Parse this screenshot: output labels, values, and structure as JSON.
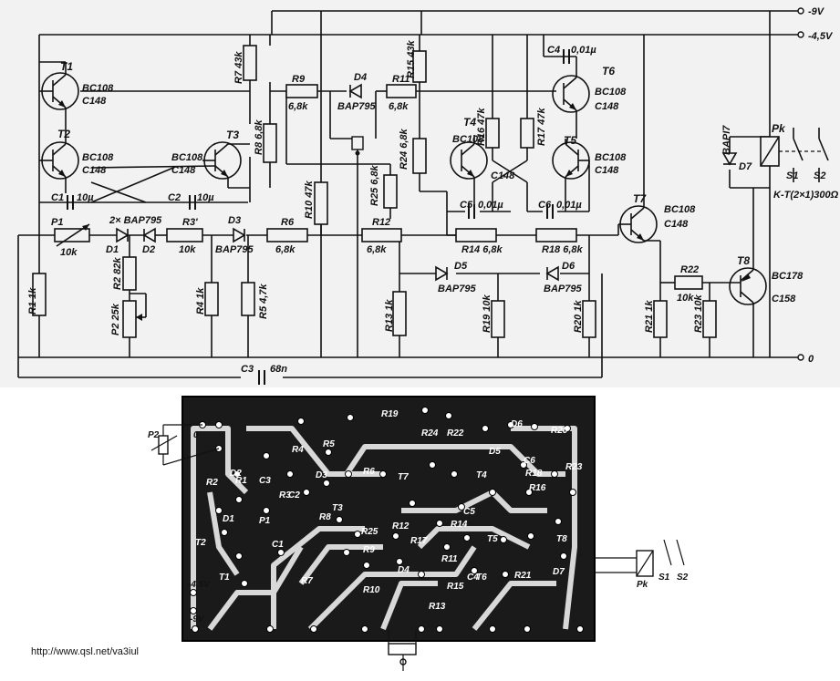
{
  "supply": {
    "minus9v": "-9V",
    "minus45v": "-4,5V",
    "zero": "0"
  },
  "transistors": [
    {
      "ref": "T1",
      "type": [
        "BC108",
        "C148"
      ]
    },
    {
      "ref": "T2",
      "type": [
        "BC108",
        "C148"
      ]
    },
    {
      "ref": "T3",
      "type": [
        "BC108",
        "C148"
      ]
    },
    {
      "ref": "T4",
      "type": [
        "BC108",
        "C148"
      ]
    },
    {
      "ref": "T5",
      "type": [
        "BC108",
        "C148"
      ]
    },
    {
      "ref": "T6",
      "type": [
        "BC108",
        "C148"
      ]
    },
    {
      "ref": "T7",
      "type": [
        "BC108",
        "C148"
      ]
    },
    {
      "ref": "T8",
      "type": [
        "BC178",
        "C158"
      ]
    }
  ],
  "resistors": {
    "R1": "R1 1k",
    "R2": "R2 82k",
    "R4": "R4 1k",
    "R5": "R5 4,7k",
    "R3": "R3'",
    "R3v": "10k",
    "R6": "R6",
    "R6v": "6,8k",
    "R7": "R7 43k",
    "R8": "R8 6,8k",
    "R9": "R9",
    "R9v": "6,8k",
    "R10": "R10 47k",
    "R11": "R11",
    "R11v": "6,8k",
    "R12": "R12",
    "R12v": "6,8k",
    "R13": "R13 1k",
    "R14": "R14 6,8k",
    "R15": "R15 43k",
    "R16": "R16 47k",
    "R17": "R17 47k",
    "R18": "R18 6,8k",
    "R19": "R19 10k",
    "R20": "R20 1k",
    "R21": "R21 1k",
    "R22": "R22",
    "R22v": "10k",
    "R23": "R23 10k",
    "R24": "R24 6,8k",
    "R25": "R25 6,8k"
  },
  "pots": {
    "P1": "P1",
    "P1v": "10k",
    "P2": "P2 25k"
  },
  "capacitors": {
    "C1": "C1",
    "C1v": "10µ",
    "C2": "C2",
    "C2v": "10µ",
    "C3": "C3",
    "C3v": "68n",
    "C4": "C4",
    "C4v": "0,01µ",
    "C5": "C5",
    "C5v": "0,01µ",
    "C6": "C6",
    "C6v": "0,01µ"
  },
  "diodes": {
    "D1": "D1",
    "D2": "D2",
    "D1D2": "2× BAP795",
    "D3": "D3",
    "D3v": "BAP795",
    "D4": "D4",
    "D4v": "BAP795",
    "D5": "D5",
    "D5v": "BAP795",
    "D6": "D6",
    "D6v": "BAP795",
    "D7": "D7",
    "D7v": "BAPI7"
  },
  "relay": {
    "ref": "Pk",
    "spec": "K-T(2×1)300Ω",
    "s1": "S1",
    "s2": "S2"
  },
  "pcb_labels": [
    "R19",
    "R20",
    "R23",
    "R24",
    "R22",
    "R21",
    "R15",
    "R11",
    "R13",
    "R12",
    "R10",
    "R9",
    "R8",
    "R7",
    "R6",
    "R5",
    "R4",
    "R3",
    "R2",
    "R1",
    "R25",
    "R14",
    "R16",
    "R17",
    "R18",
    "C1",
    "C2",
    "C3",
    "C4",
    "C5",
    "C6",
    "D1",
    "D2",
    "D3",
    "D4",
    "D5",
    "D6",
    "D7",
    "T1",
    "T2",
    "T3",
    "T4",
    "T5",
    "T6",
    "T7",
    "T8",
    "P1",
    "P2",
    "Pk",
    "S1",
    "S2",
    "-4,5V",
    "-9V",
    "0"
  ],
  "footer_url": "http://www.qsl.net/va3iul"
}
